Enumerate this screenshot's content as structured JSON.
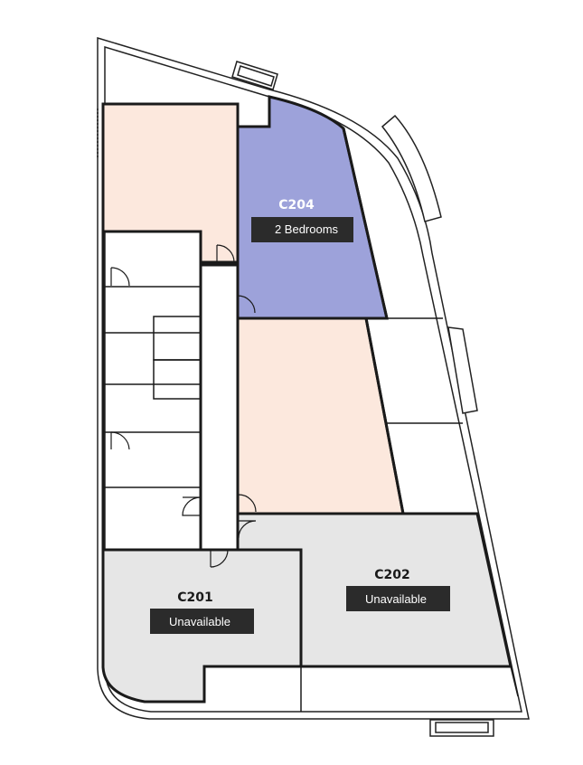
{
  "floorplan": {
    "units": [
      {
        "code": "C204",
        "status": "2 Bedrooms",
        "availability": "available",
        "fill": "#9da2da",
        "label_color": "#ffffff"
      },
      {
        "code": "C202",
        "status": "Unavailable",
        "availability": "unavailable",
        "fill": "#e6e6e6",
        "label_color": "#1a1a1a"
      },
      {
        "code": "C201",
        "status": "Unavailable",
        "availability": "unavailable",
        "fill": "#e6e6e6",
        "label_color": "#1a1a1a"
      }
    ],
    "colors": {
      "peach_room": "#fce8dd",
      "available": "#9da2da",
      "unavailable": "#e6e6e6",
      "label_badge": "#2b2b2b",
      "wall": "#1a1a1a"
    }
  }
}
